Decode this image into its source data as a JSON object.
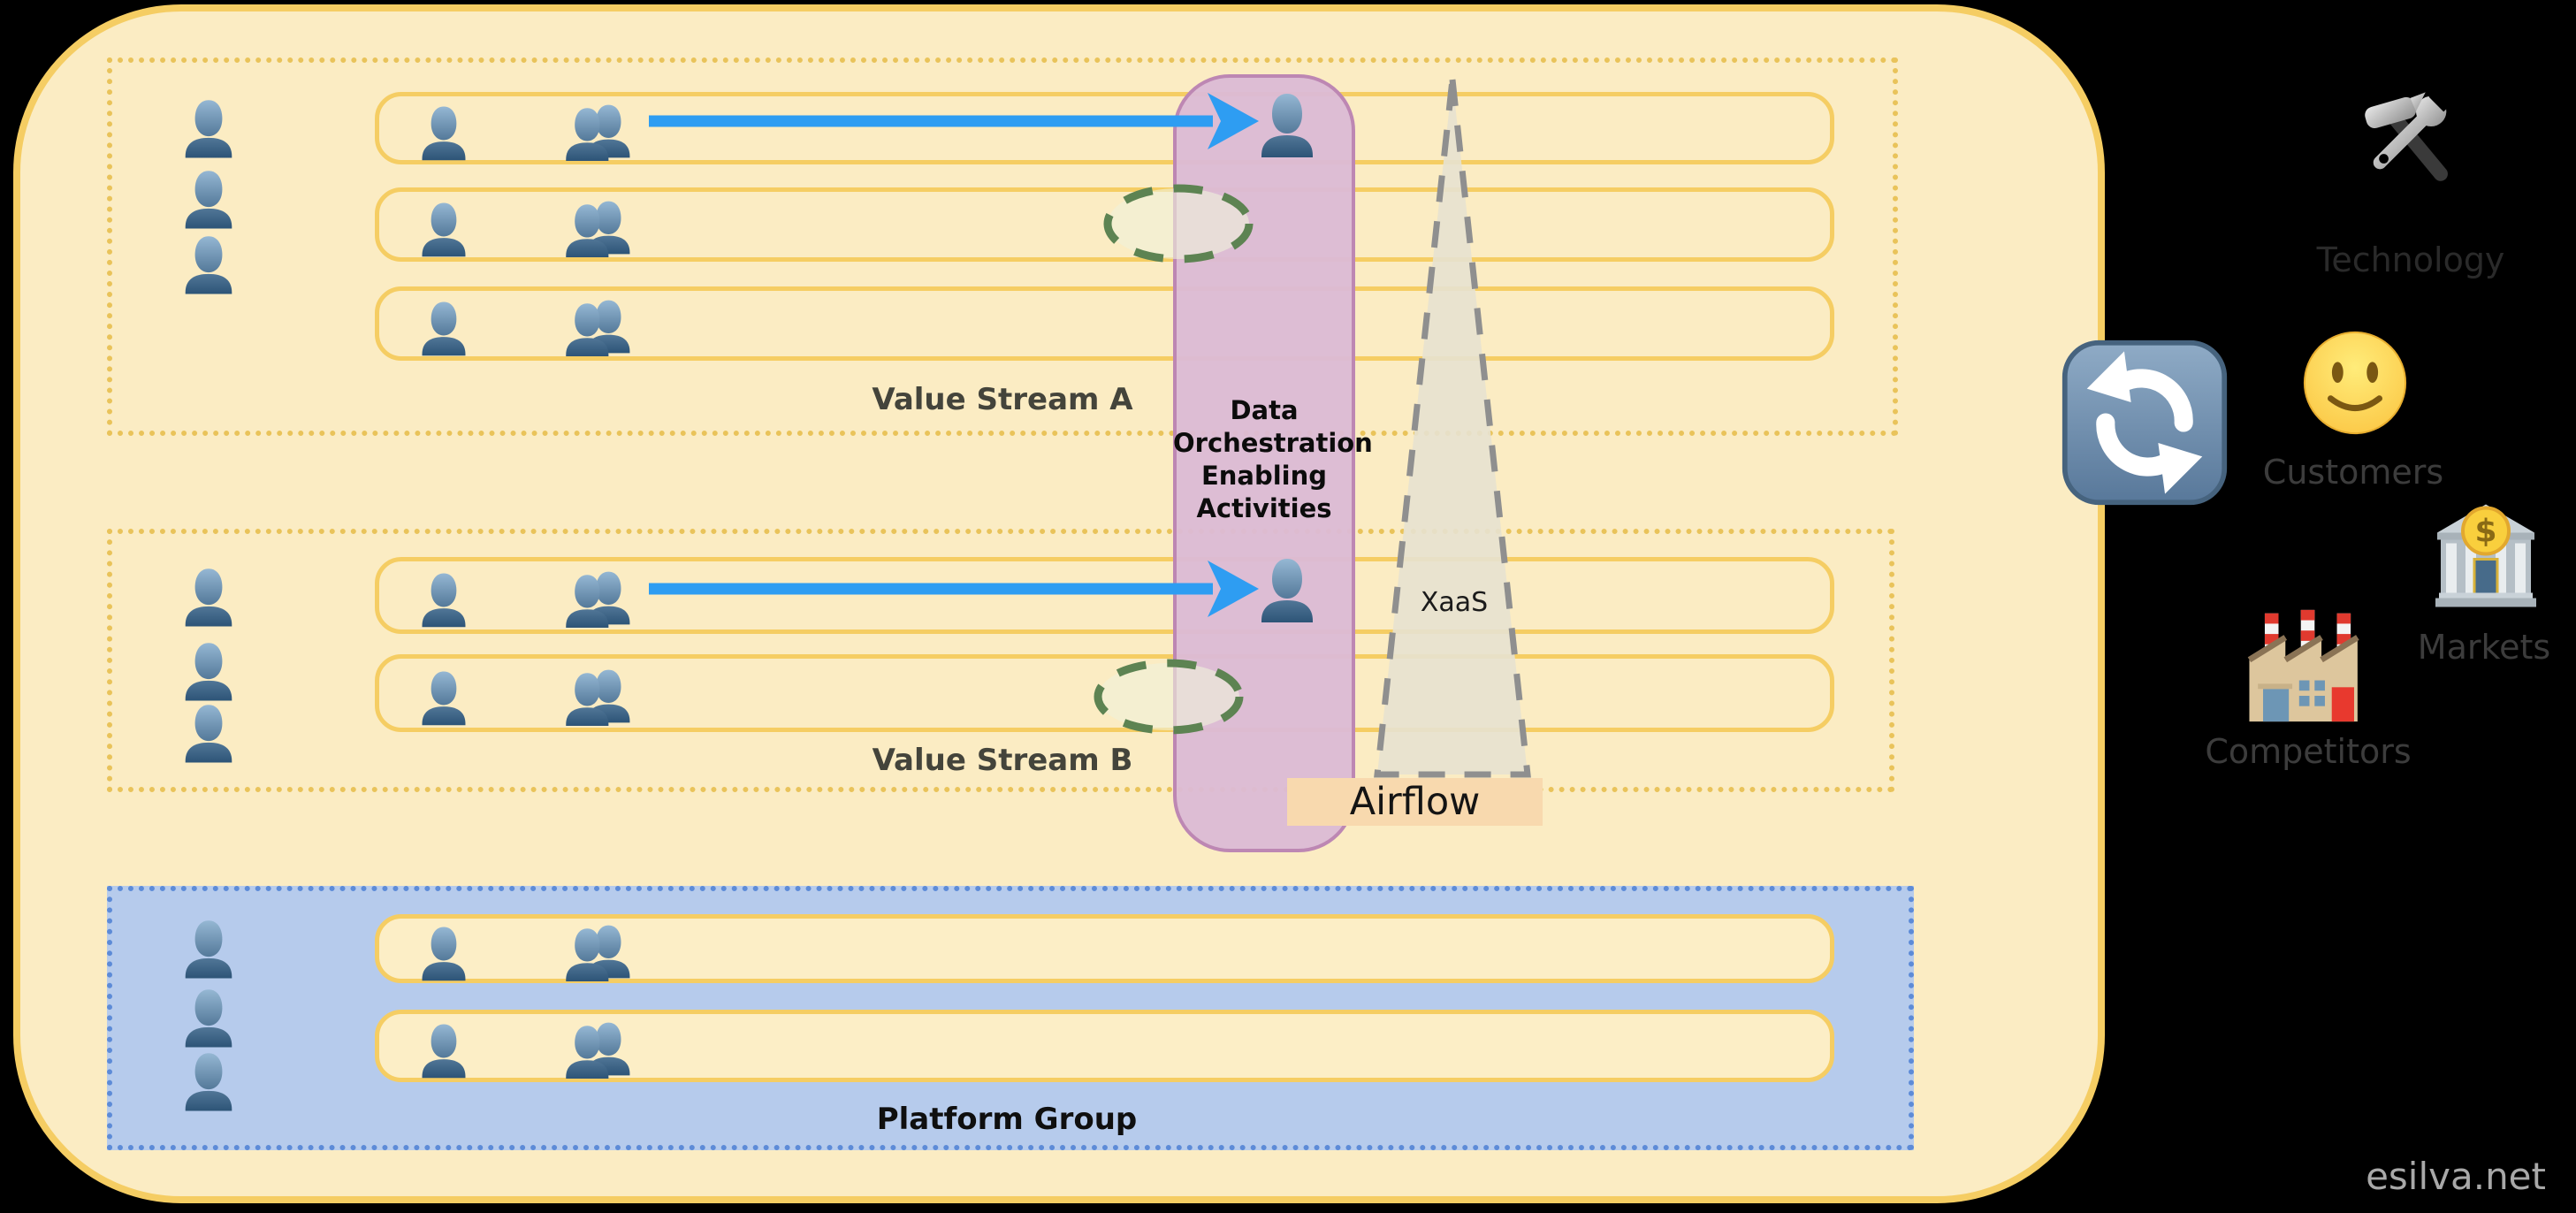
{
  "groups": {
    "value_stream_a": {
      "label": "Value Stream A",
      "manager_icons": 3,
      "team_rows": 3
    },
    "value_stream_b": {
      "label": "Value Stream B",
      "manager_icons": 3,
      "team_rows": 2
    },
    "platform_group": {
      "label": "Platform Group",
      "manager_icons": 3,
      "team_rows": 2
    }
  },
  "orchestration": {
    "label": "Data Orchestration Enabling Activities",
    "lines": [
      "Data",
      "Orchestration",
      "Enabling",
      "Activities"
    ]
  },
  "funnel": {
    "label": "XaaS"
  },
  "airflow": {
    "label": "Airflow"
  },
  "environment": {
    "technology": {
      "label": "Technology",
      "icon": "hammer-wrench-icon"
    },
    "customers": {
      "label": "Customers",
      "icon": "smiley-face-icon"
    },
    "markets": {
      "label": "Markets",
      "icon": "bank-icon"
    },
    "competitors": {
      "label": "Competitors",
      "icon": "factory-icon"
    },
    "sync": {
      "icon": "sync-arrows-icon"
    }
  },
  "watermark": {
    "label": "esilva.net"
  },
  "colors": {
    "canvas_bg": "#000000",
    "org_fill": "#fbecc3",
    "org_border": "#f5cd63",
    "stream_dotted_border": "#e9c35a",
    "platform_fill": "#b6cbec",
    "platform_dotted_border": "#5d8bd7",
    "team_row_border": "#f5cd63",
    "team_row_platform_fill": "#fceec6",
    "person_icon": "#4a7196",
    "arrow": "#2e9df2",
    "orchestration_fill": "#dcbad4",
    "orchestration_border": "#bd87b3",
    "funnel_fill": "#e7e2d0",
    "funnel_stroke": "#8f8f8f",
    "scope_ellipse_stroke": "#5d8352",
    "airflow_fill": "#f8d9ae",
    "env_label": "#3c3c3c",
    "watermark": "#a8a8a8"
  }
}
